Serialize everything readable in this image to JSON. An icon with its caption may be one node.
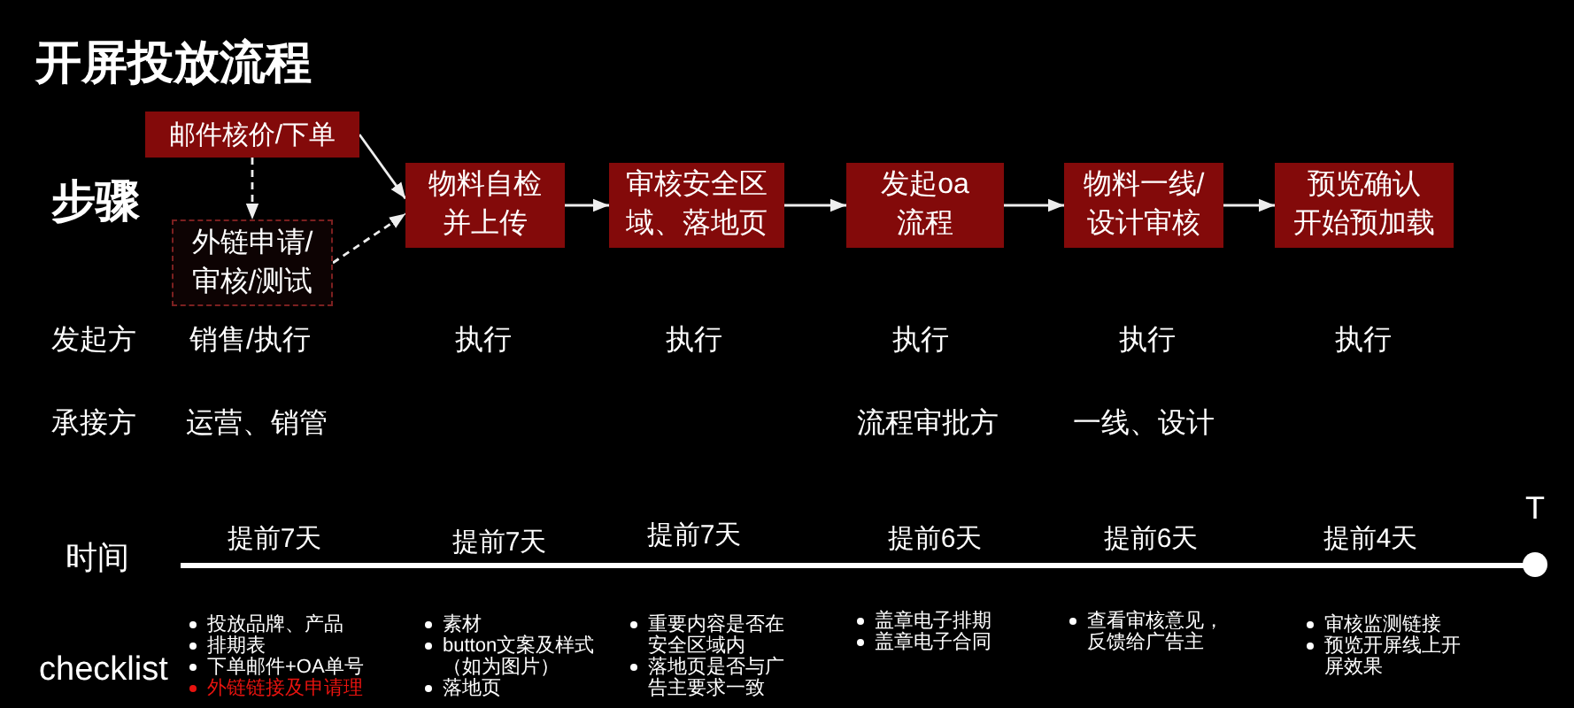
{
  "diagram": {
    "title": "开屏投放流程",
    "nodes": [
      {
        "text": [
          "邮件核价/下单"
        ]
      },
      {
        "text": [
          "外链申请/审核/测试"
        ]
      },
      {
        "text": [
          "物料自检并上传"
        ]
      },
      {
        "text": [
          "审核安全区域、落地页"
        ]
      },
      {
        "text": [
          "发起oa流程"
        ]
      },
      {
        "text": [
          "物料一线/设计审核"
        ]
      },
      {
        "text": [
          "预览确认开始预加载"
        ]
      }
    ],
    "edges": [
      {
        "from": 0,
        "to": 1,
        "arrow": "to",
        "style": "dashed"
      },
      {
        "from": 0,
        "to": 2,
        "arrow": "to"
      },
      {
        "from": 1,
        "to": 2,
        "arrow": "to",
        "style": "dashed"
      },
      {
        "from": 2,
        "to": 3,
        "arrow": "to"
      },
      {
        "from": 3,
        "to": 4,
        "arrow": "to"
      },
      {
        "from": 4,
        "to": 5,
        "arrow": "to"
      },
      {
        "from": 5,
        "to": 6,
        "arrow": "to"
      }
    ],
    "labels": [
      "步骤",
      "发起方",
      "销售/执行",
      "执行",
      "执行",
      "执行",
      "执行",
      "执行",
      "承接方",
      "运营、销管",
      "流程审批方",
      "一线、设计",
      "时间",
      "提前7天",
      "提前7天",
      "提前7天",
      "提前6天",
      "提前6天",
      "提前4天",
      "T",
      "checklist",
      "投放品牌、产品",
      "排期表",
      "下单邮件+OA单号",
      "外链链接及申请理",
      "素材",
      "button文案及样式（如为图片）",
      "落地页",
      "重要内容是否在安全区域内",
      "落地页是否与广告主要求一致",
      "盖章电子排期",
      "盖章电子合同",
      "查看审核意见，反馈给广告主",
      "审核监测链接",
      "预览开屏线上开屏效果"
    ]
  }
}
